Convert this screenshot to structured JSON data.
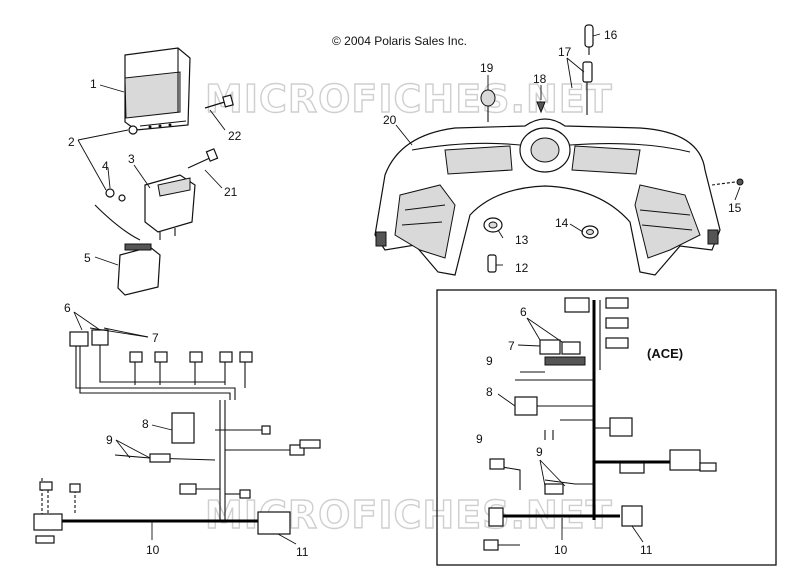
{
  "copyright": "© 2004 Polaris Sales Inc.",
  "watermark": "MICROFICHES.NET",
  "inset_label": "(ACE)",
  "callouts": [
    {
      "id": "c1",
      "text": "1"
    },
    {
      "id": "c2",
      "text": "2"
    },
    {
      "id": "c3",
      "text": "3"
    },
    {
      "id": "c4",
      "text": "4"
    },
    {
      "id": "c5",
      "text": "5"
    },
    {
      "id": "c6",
      "text": "6"
    },
    {
      "id": "c7",
      "text": "7"
    },
    {
      "id": "c8",
      "text": "8"
    },
    {
      "id": "c9",
      "text": "9"
    },
    {
      "id": "c10",
      "text": "10"
    },
    {
      "id": "c11",
      "text": "11"
    },
    {
      "id": "c12",
      "text": "12"
    },
    {
      "id": "c13",
      "text": "13"
    },
    {
      "id": "c14",
      "text": "14"
    },
    {
      "id": "c15",
      "text": "15"
    },
    {
      "id": "c16",
      "text": "16"
    },
    {
      "id": "c17",
      "text": "17"
    },
    {
      "id": "c18",
      "text": "18"
    },
    {
      "id": "c19",
      "text": "19"
    },
    {
      "id": "c20",
      "text": "20"
    },
    {
      "id": "c21",
      "text": "21"
    },
    {
      "id": "c22",
      "text": "22"
    },
    {
      "id": "ace6",
      "text": "6"
    },
    {
      "id": "ace7",
      "text": "7"
    },
    {
      "id": "ace9a",
      "text": "9"
    },
    {
      "id": "ace8",
      "text": "8"
    },
    {
      "id": "ace9b",
      "text": "9"
    },
    {
      "id": "ace9c",
      "text": "9"
    },
    {
      "id": "ace10",
      "text": "10"
    },
    {
      "id": "ace11",
      "text": "11"
    }
  ]
}
